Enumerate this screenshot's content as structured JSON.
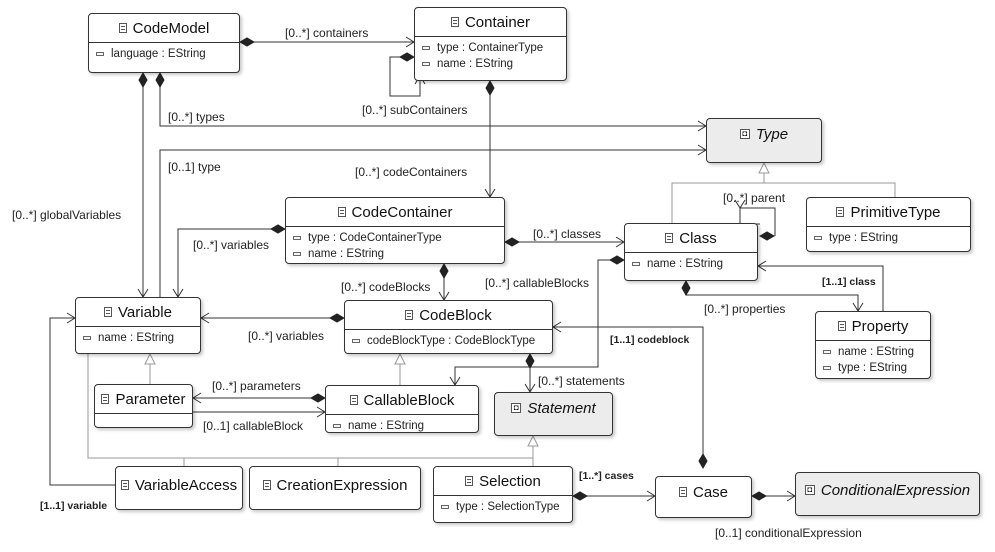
{
  "classes": {
    "codemodel": {
      "name": "CodeModel",
      "attrs": [
        "language : EString"
      ]
    },
    "container": {
      "name": "Container",
      "attrs": [
        "type : ContainerType",
        "name : EString"
      ]
    },
    "type": {
      "name": "Type",
      "attrs": []
    },
    "codecontainer": {
      "name": "CodeContainer",
      "attrs": [
        "type : CodeContainerType",
        "name : EString"
      ]
    },
    "class": {
      "name": "Class",
      "attrs": [
        "name : EString"
      ]
    },
    "primitivetype": {
      "name": "PrimitiveType",
      "attrs": [
        "type : EString"
      ]
    },
    "variable": {
      "name": "Variable",
      "attrs": [
        "name : EString"
      ]
    },
    "codeblock": {
      "name": "CodeBlock",
      "attrs": [
        "codeBlockType : CodeBlockType"
      ]
    },
    "property": {
      "name": "Property",
      "attrs": [
        "name : EString",
        "type : EString"
      ]
    },
    "parameter": {
      "name": "Parameter",
      "attrs": []
    },
    "callableblock": {
      "name": "CallableBlock",
      "attrs": [
        "name : EString"
      ]
    },
    "statement": {
      "name": "Statement",
      "attrs": []
    },
    "variableaccess": {
      "name": "VariableAccess",
      "attrs": []
    },
    "creationexpression": {
      "name": "CreationExpression",
      "attrs": []
    },
    "selection": {
      "name": "Selection",
      "attrs": [
        "type : SelectionType"
      ]
    },
    "case": {
      "name": "Case",
      "attrs": []
    },
    "conditionalexpression": {
      "name": "ConditionalExpression",
      "attrs": []
    }
  },
  "labels": {
    "containers": "[0..*] containers",
    "subcontainers": "[0..*] subContainers",
    "types": "[0..*] types",
    "type": "[0..1] type",
    "codecontainers": "[0..*] codeContainers",
    "globalvariables": "[0..*] globalVariables",
    "parent": "[0..*] parent",
    "cc_variables": "[0..*] variables",
    "classes": "[0..*] classes",
    "codeblocks": "[0..*] codeBlocks",
    "callableblocks": "[0..*] callableBlocks",
    "class_ref": "[1..1] class",
    "properties": "[0..*] properties",
    "cb_variables": "[0..*] variables",
    "codeblock_ref": "[1..1] codeblock",
    "parameters": "[0..*] parameters",
    "statements": "[0..*] statements",
    "callableblock": "[0..1] callableBlock",
    "cases": "[1..*] cases",
    "variable_ref": "[1..1] variable",
    "conditionalexpression": "[0..1] conditionalExpression"
  }
}
